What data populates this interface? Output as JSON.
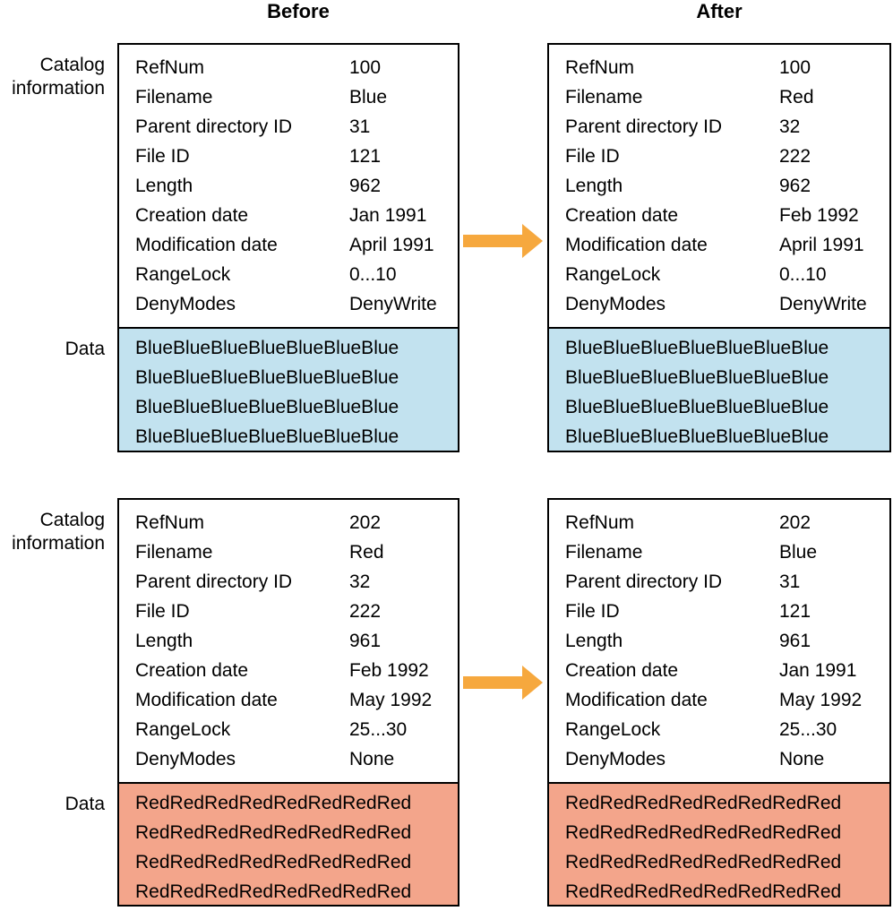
{
  "headers": {
    "before": "Before",
    "after": "After"
  },
  "side_labels": {
    "catalog_line1": "Catalog",
    "catalog_line2": "information",
    "data": "Data"
  },
  "fields": [
    "RefNum",
    "Filename",
    "Parent directory ID",
    "File ID",
    "Length",
    "Creation date",
    "Modification date",
    "RangeLock",
    "DenyModes"
  ],
  "panels": {
    "before_top": {
      "values": [
        "100",
        "Blue",
        "31",
        "121",
        "962",
        "Jan 1991",
        "April 1991",
        "0...10",
        "DenyWrite"
      ],
      "data_lines": [
        "BlueBlueBlueBlueBlueBlueBlue",
        "BlueBlueBlueBlueBlueBlueBlue",
        "BlueBlueBlueBlueBlueBlueBlue",
        "BlueBlueBlueBlueBlueBlueBlue"
      ]
    },
    "after_top": {
      "values": [
        "100",
        "Red",
        "32",
        "222",
        "962",
        "Feb 1992",
        "April 1991",
        "0...10",
        "DenyWrite"
      ],
      "data_lines": [
        "BlueBlueBlueBlueBlueBlueBlue",
        "BlueBlueBlueBlueBlueBlueBlue",
        "BlueBlueBlueBlueBlueBlueBlue",
        "BlueBlueBlueBlueBlueBlueBlue"
      ]
    },
    "before_bottom": {
      "values": [
        "202",
        "Red",
        "32",
        "222",
        "961",
        "Feb 1992",
        "May 1992",
        "25...30",
        "None"
      ],
      "data_lines": [
        "RedRedRedRedRedRedRedRed",
        "RedRedRedRedRedRedRedRed",
        "RedRedRedRedRedRedRedRed",
        "RedRedRedRedRedRedRedRed"
      ]
    },
    "after_bottom": {
      "values": [
        "202",
        "Blue",
        "31",
        "121",
        "961",
        "Jan 1991",
        "May 1992",
        "25...30",
        "None"
      ],
      "data_lines": [
        "RedRedRedRedRedRedRedRed",
        "RedRedRedRedRedRedRedRed",
        "RedRedRedRedRedRedRedRed",
        "RedRedRedRedRedRedRedRed"
      ]
    }
  },
  "colors": {
    "blue_fill": "#C2E2EF",
    "red_fill": "#F3A58B",
    "arrow": "#F6A83E",
    "border": "#000000"
  }
}
